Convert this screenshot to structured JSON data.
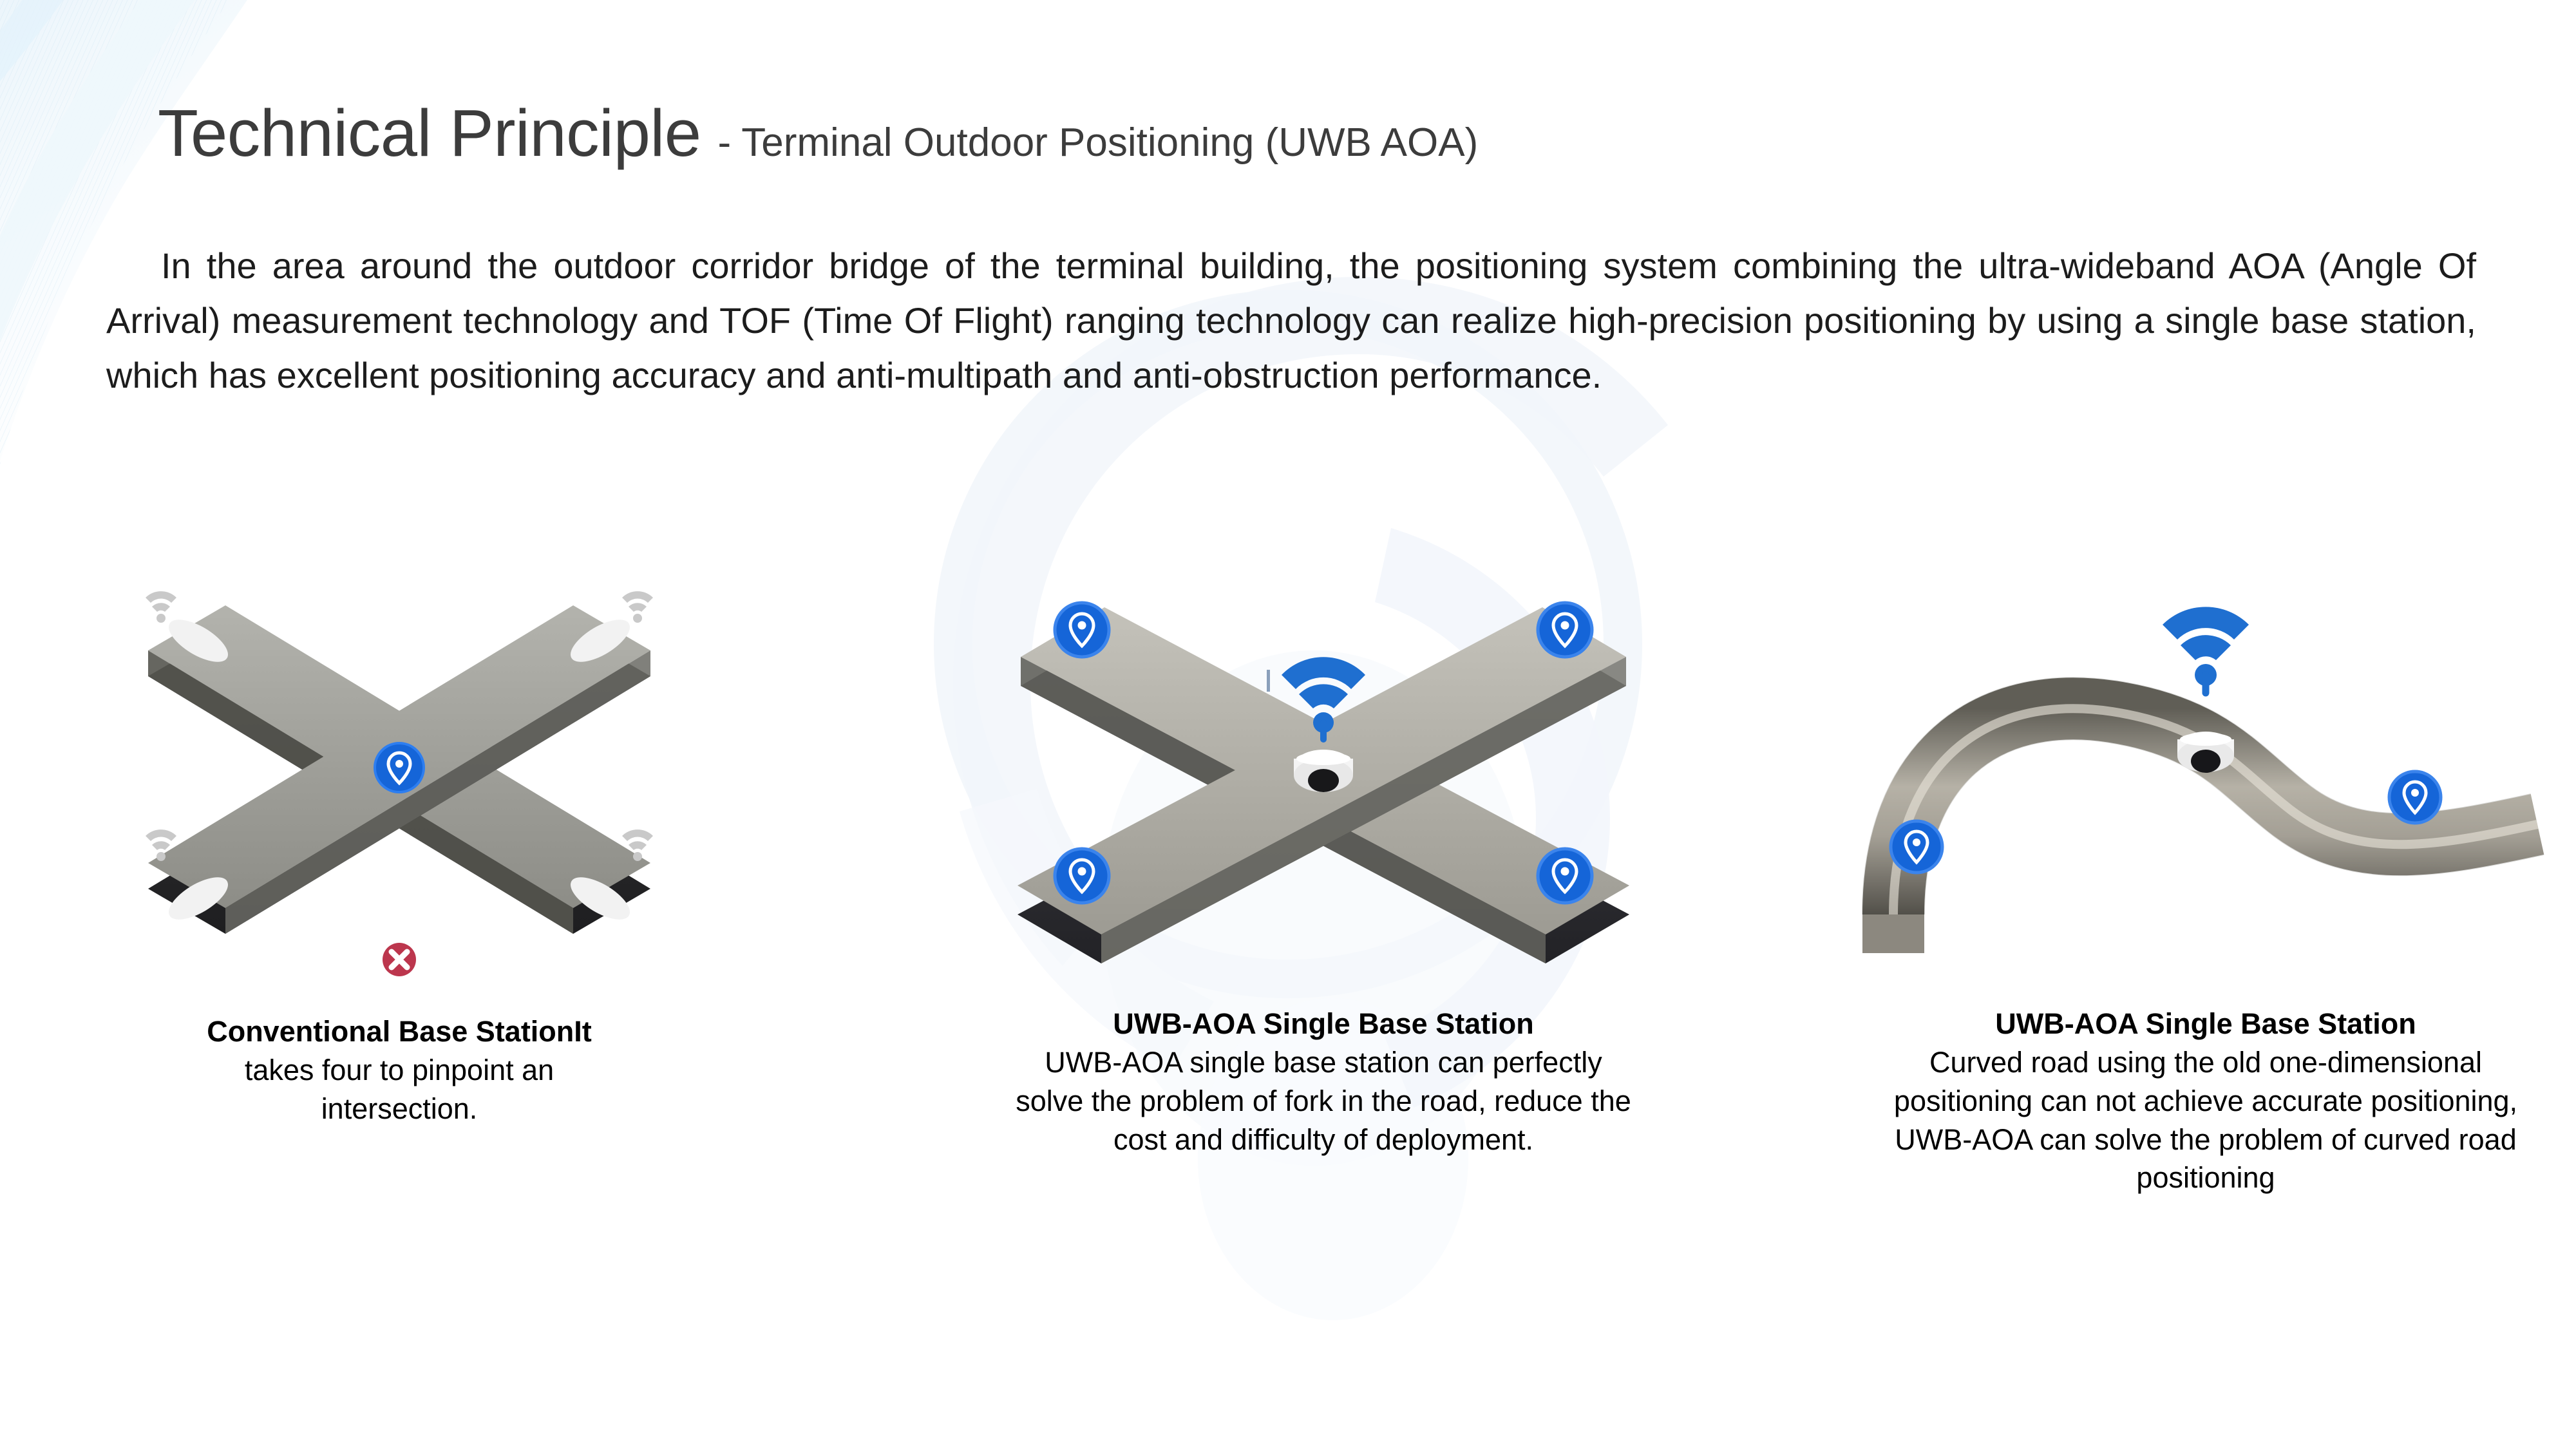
{
  "header": {
    "title_main": "Technical Principle",
    "title_sub": "- Terminal Outdoor Positioning (UWB AOA)"
  },
  "body": {
    "paragraph": "In the area around the outdoor corridor bridge of the terminal building, the positioning system combining the ultra-wideband AOA (Angle Of Arrival) measurement technology and TOF (Time Of Flight) ranging technology can realize high-precision positioning by using a single base station, which has excellent positioning accuracy and anti-multipath and anti-obstruction performance."
  },
  "figures": [
    {
      "id": "conventional-base-station",
      "diagram": "x-shaped crossroad with four corner base stations",
      "caption_bold": "Conventional Base StationIt",
      "caption_rest": " takes four to pinpoint an intersection.",
      "markers": {
        "wifi_icons": 4,
        "center_pin": 1,
        "error_badge": "red-x"
      }
    },
    {
      "id": "uwb-aoa-crossroad",
      "diagram": "x-shaped crossroad with one central base station",
      "caption_bold": "UWB-AOA Single Base Station",
      "caption_rest": "UWB-AOA single base station can perfectly solve the problem of fork in the road, reduce the cost and difficulty of deployment.",
      "markers": {
        "location_pins": 4,
        "base_stations": 1,
        "wifi_icons": 1
      }
    },
    {
      "id": "uwb-aoa-curved-road",
      "diagram": "s-curved road with one base station",
      "caption_bold": "UWB-AOA Single Base Station",
      "caption_rest": "Curved road using the old one-dimensional positioning can not achieve accurate positioning, UWB-AOA can solve the problem of curved road positioning",
      "markers": {
        "location_pins": 2,
        "base_stations": 1,
        "wifi_icons": 1
      }
    }
  ],
  "colors": {
    "title_text": "#3c3c3c",
    "body_text": "#1c1c1c",
    "pin_blue": "#1565d8",
    "wifi_blue": "#1f6fd0",
    "road_grey": "#9a9a94",
    "road_dark": "#2b2b2d",
    "error_red": "#b5203a",
    "ribbon_blue": "#b9dff0"
  }
}
